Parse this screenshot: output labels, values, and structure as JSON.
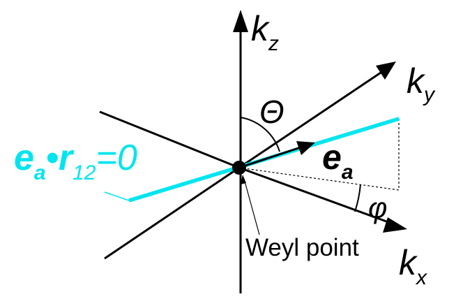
{
  "colors": {
    "line": "#000000",
    "accent": "#00e5f0",
    "background": "#ffffff"
  },
  "axes": {
    "kz": {
      "base": "k",
      "sub": "z"
    },
    "ky": {
      "base": "k",
      "sub": "y"
    },
    "kx": {
      "base": "k",
      "sub": "x"
    }
  },
  "labels": {
    "theta": "Θ",
    "phi": "φ",
    "vector_base": "e",
    "vector_sub": "a",
    "point": "Weyl point"
  },
  "equation": {
    "e": "e",
    "e_sub": "a",
    "dot": "•",
    "r": "r",
    "r_sub": "12",
    "rhs": "=0"
  }
}
